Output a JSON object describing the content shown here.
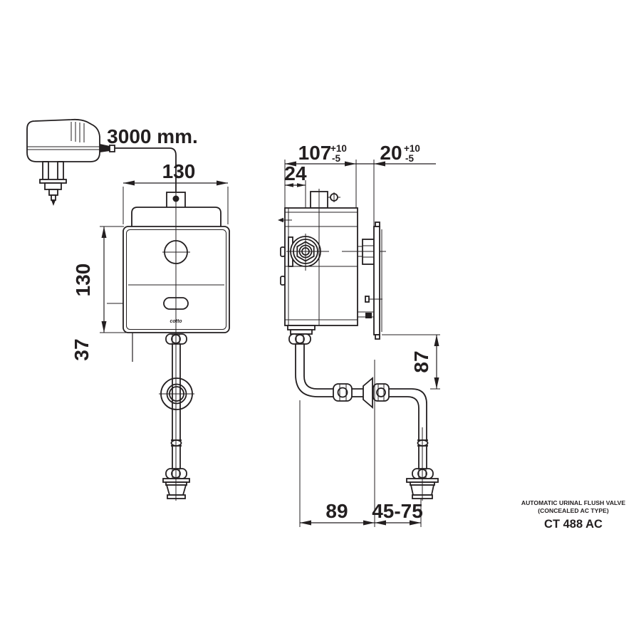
{
  "labels": {
    "cable_length": "3000 mm.",
    "front_width": "130",
    "front_height": "130",
    "sensor_to_bottom": "37",
    "depth": "107",
    "depth_tol_plus": "+10",
    "depth_tol_minus": "-5",
    "wall_gap": "20",
    "wall_gap_tol_plus": "+10",
    "wall_gap_tol_minus": "-5",
    "inlet_offset": "24",
    "drop_height": "87",
    "horizontal_run": "89",
    "spreader_range": "45-75",
    "brand_logo": "cotto"
  },
  "title_block": {
    "line1": "AUTOMATIC URINAL FLUSH VALVE",
    "line2": "(CONCEALED AC TYPE)",
    "model": "CT 488 AC"
  },
  "colors": {
    "line": "#231f20",
    "background": "#ffffff"
  }
}
